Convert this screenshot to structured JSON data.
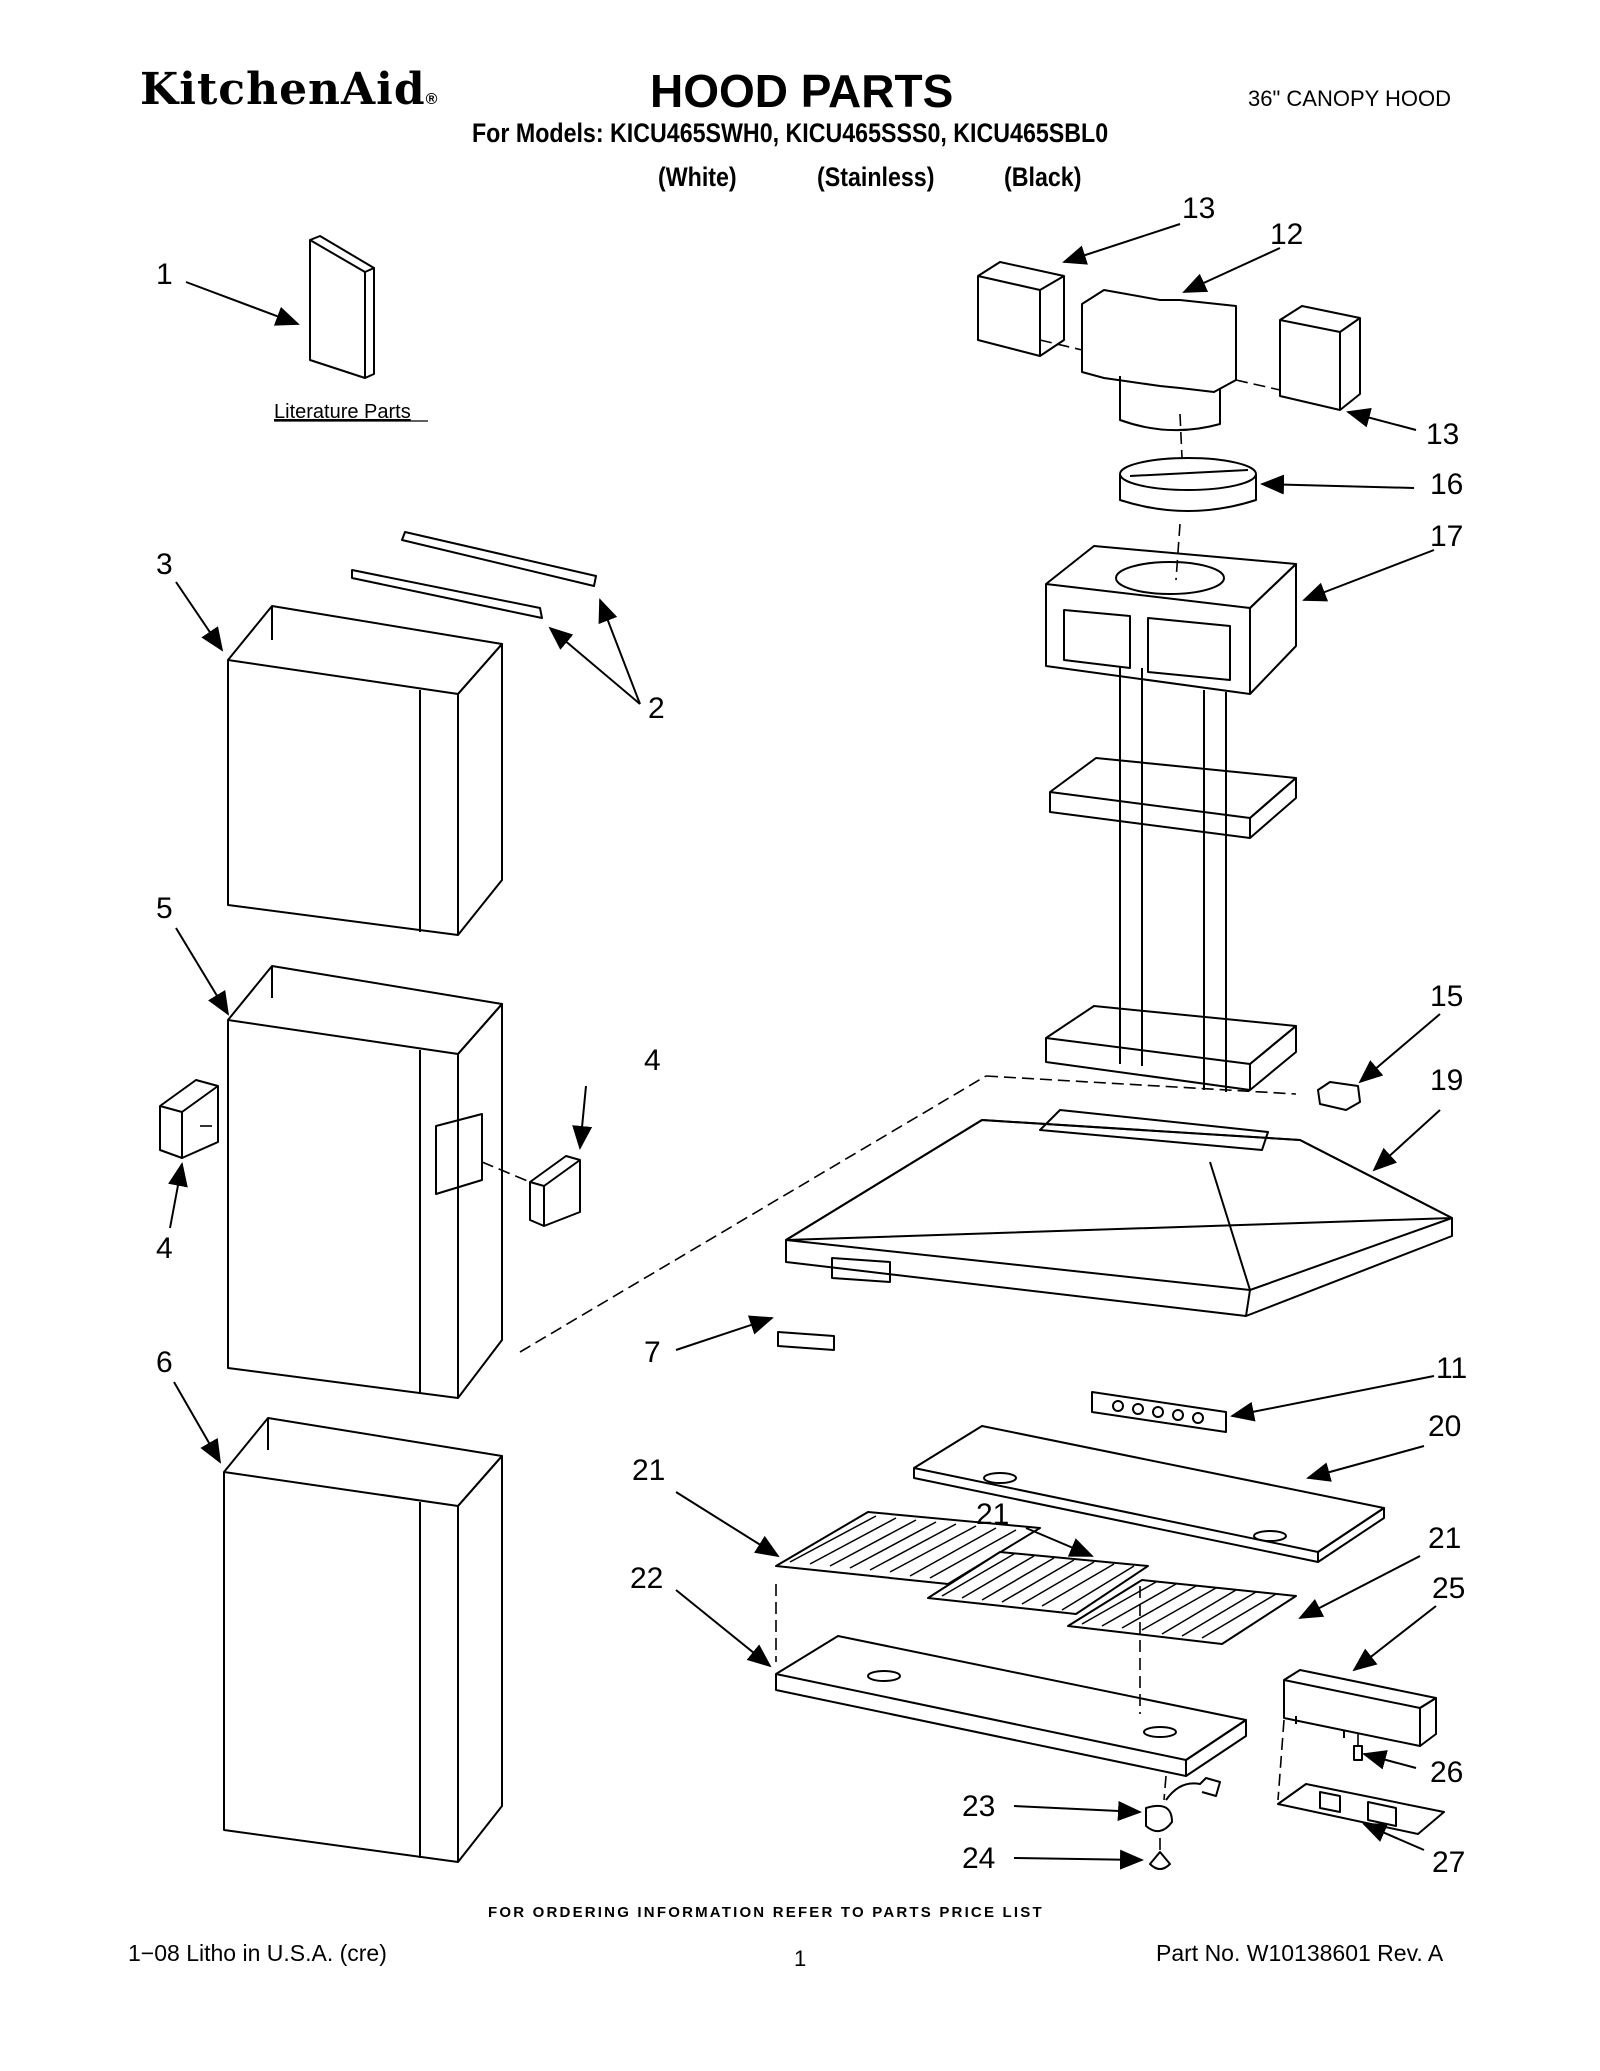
{
  "header": {
    "brand": "KitchenAid",
    "brand_mark": "®",
    "title": "HOOD PARTS",
    "subtitle": "36\" CANOPY HOOD",
    "models": "For Models: KICU465SWH0, KICU465SSS0, KICU465SBL0",
    "colors": [
      "(White)",
      "(Stainless)",
      "(Black)"
    ]
  },
  "diagram": {
    "literature_label": "Literature Parts",
    "callouts": [
      "1",
      "2",
      "3",
      "4",
      "4",
      "5",
      "6",
      "7",
      "11",
      "12",
      "13",
      "13",
      "15",
      "16",
      "17",
      "19",
      "20",
      "21",
      "21",
      "21",
      "22",
      "23",
      "24",
      "25",
      "26",
      "27"
    ]
  },
  "footer": {
    "ordering": "FOR ORDERING INFORMATION REFER TO PARTS PRICE LIST",
    "litho": "1−08 Litho in U.S.A. (cre)",
    "page": "1",
    "part_no": "Part No. W10138601 Rev. A"
  }
}
